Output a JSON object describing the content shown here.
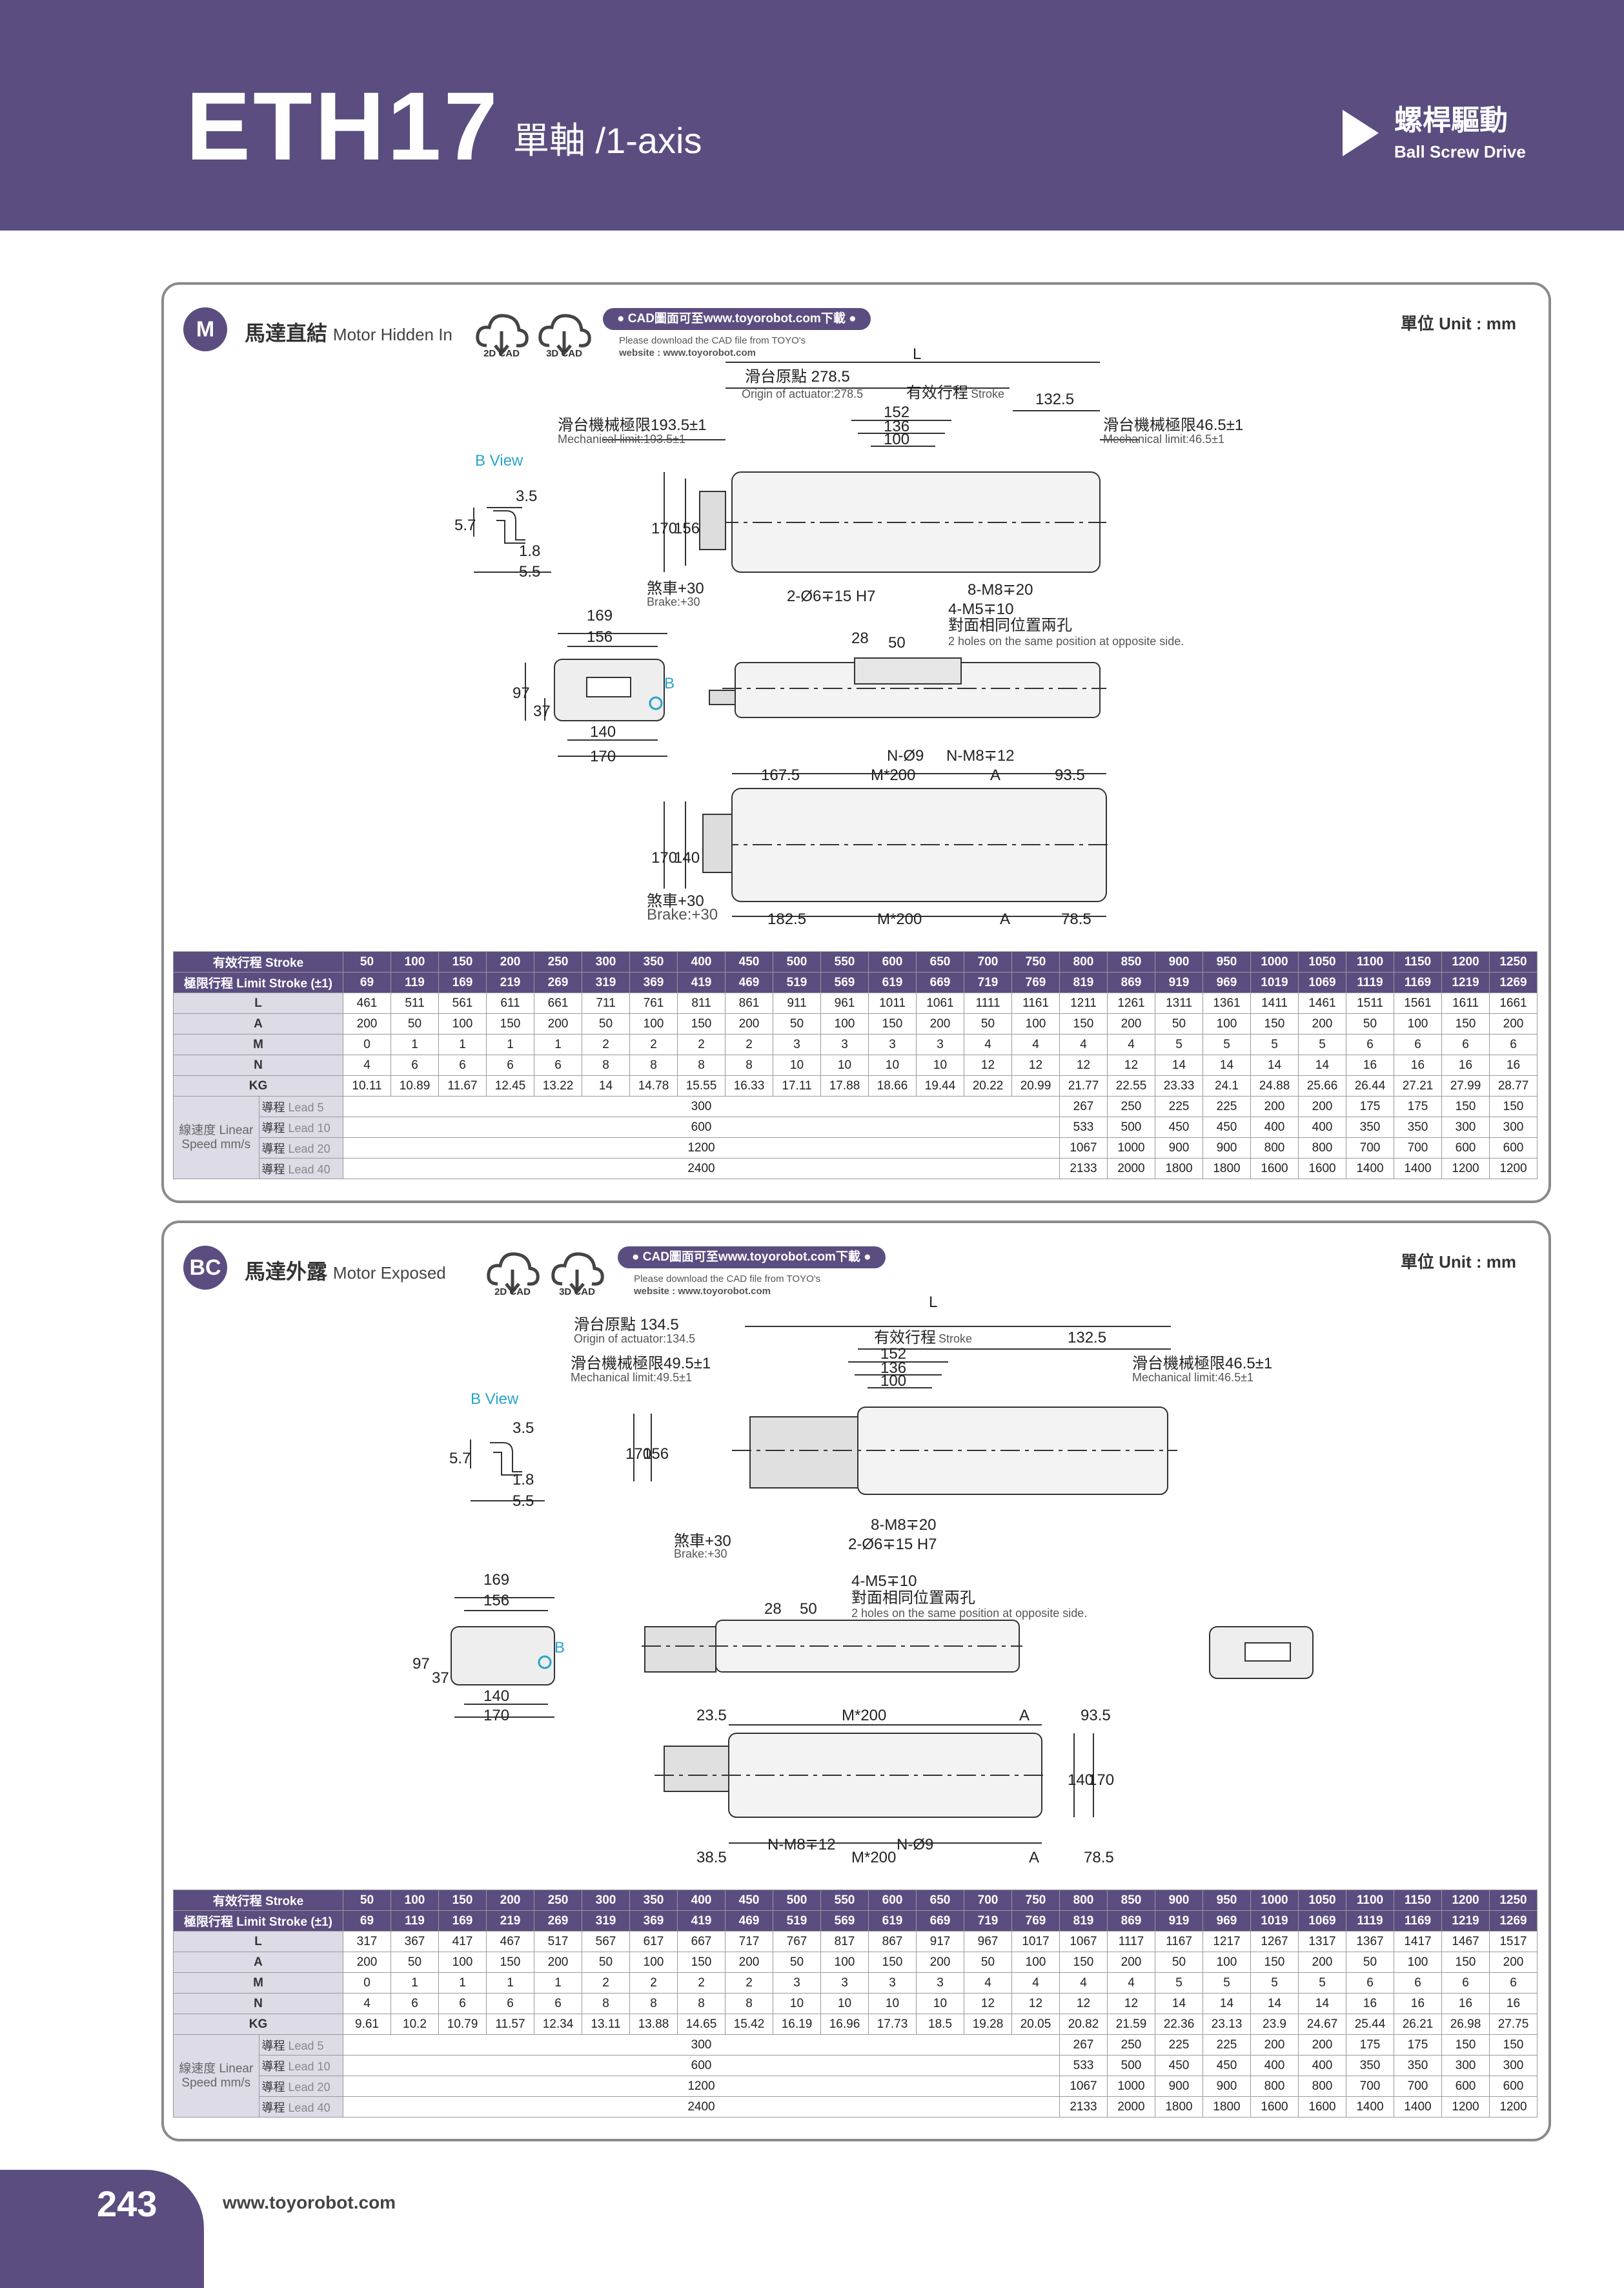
{
  "header": {
    "title": "ETH17",
    "subtitle": "單軸 /1-axis",
    "drive_zh": "螺桿驅動",
    "drive_en": "Ball Screw Drive"
  },
  "cad": {
    "label_2d": "2D CAD",
    "label_3d": "3D CAD",
    "pill": "● CAD圖面可至www.toyorobot.com下載 ●",
    "note_line1": "Please download the CAD file from TOYO's",
    "note_line2": "website : www.toyorobot.com"
  },
  "unit_label": "單位 Unit : mm",
  "panel_m": {
    "badge": "M",
    "title_zh": "馬達直結",
    "title_en": "Motor Hidden In",
    "drawing": {
      "L": "L",
      "origin": "滑台原點 278.5",
      "origin_en": "Origin of actuator:278.5",
      "stroke": "有效行程",
      "stroke_en": "Stroke",
      "d1325": "132.5",
      "mech_left": "滑台機械極限193.5±1",
      "mech_left_en": "Mechanical limit:193.5±1",
      "mech_right": "滑台機械極限46.5±1",
      "mech_right_en": "Mechanical limit:46.5±1",
      "d152": "152",
      "d136": "136",
      "d100": "100",
      "d170": "170",
      "d156": "156",
      "bview": "B View",
      "d35": "3.5",
      "d57": "5.7",
      "d18": "1.8",
      "d55": "5.5",
      "brake": "煞車+30",
      "brake_en": "Brake:+30",
      "holes2": "2-Ø6∓15 H7",
      "holes8": "8-M8∓20",
      "holes4": "4-M5∓10",
      "opp": "對面相同位置兩孔",
      "opp_en": "2 holes on the same position at opposite side.",
      "d28": "28",
      "d50": "50",
      "d169": "169",
      "d156b": "156",
      "d97": "97",
      "d37": "37",
      "d140": "140",
      "d170b": "170",
      "b": "B",
      "n9": "N-Ø9",
      "nm8": "N-M8∓12",
      "d1675": "167.5",
      "m200": "M*200",
      "a": "A",
      "d935": "93.5",
      "d1825": "182.5",
      "d785": "78.5",
      "d170c": "170",
      "d140c": "140"
    },
    "table": {
      "stroke_label": "有效行程 Stroke",
      "limit_label": "極限行程 Limit Stroke (±1)",
      "stroke": [
        "50",
        "100",
        "150",
        "200",
        "250",
        "300",
        "350",
        "400",
        "450",
        "500",
        "550",
        "600",
        "650",
        "700",
        "750",
        "800",
        "850",
        "900",
        "950",
        "1000",
        "1050",
        "1100",
        "1150",
        "1200",
        "1250"
      ],
      "limit": [
        "69",
        "119",
        "169",
        "219",
        "269",
        "319",
        "369",
        "419",
        "469",
        "519",
        "569",
        "619",
        "669",
        "719",
        "769",
        "819",
        "869",
        "919",
        "969",
        "1019",
        "1069",
        "1119",
        "1169",
        "1219",
        "1269"
      ],
      "rows": [
        {
          "label": "L",
          "values": [
            "461",
            "511",
            "561",
            "611",
            "661",
            "711",
            "761",
            "811",
            "861",
            "911",
            "961",
            "1011",
            "1061",
            "1111",
            "1161",
            "1211",
            "1261",
            "1311",
            "1361",
            "1411",
            "1461",
            "1511",
            "1561",
            "1611",
            "1661"
          ]
        },
        {
          "label": "A",
          "values": [
            "200",
            "50",
            "100",
            "150",
            "200",
            "50",
            "100",
            "150",
            "200",
            "50",
            "100",
            "150",
            "200",
            "50",
            "100",
            "150",
            "200",
            "50",
            "100",
            "150",
            "200",
            "50",
            "100",
            "150",
            "200"
          ]
        },
        {
          "label": "M",
          "values": [
            "0",
            "1",
            "1",
            "1",
            "1",
            "2",
            "2",
            "2",
            "2",
            "3",
            "3",
            "3",
            "3",
            "4",
            "4",
            "4",
            "4",
            "5",
            "5",
            "5",
            "5",
            "6",
            "6",
            "6",
            "6"
          ]
        },
        {
          "label": "N",
          "values": [
            "4",
            "6",
            "6",
            "6",
            "6",
            "8",
            "8",
            "8",
            "8",
            "10",
            "10",
            "10",
            "10",
            "12",
            "12",
            "12",
            "12",
            "14",
            "14",
            "14",
            "14",
            "16",
            "16",
            "16",
            "16"
          ]
        },
        {
          "label": "KG",
          "values": [
            "10.11",
            "10.89",
            "11.67",
            "12.45",
            "13.22",
            "14",
            "14.78",
            "15.55",
            "16.33",
            "17.11",
            "17.88",
            "18.66",
            "19.44",
            "20.22",
            "20.99",
            "21.77",
            "22.55",
            "23.33",
            "24.1",
            "24.88",
            "25.66",
            "26.44",
            "27.21",
            "27.99",
            "28.77"
          ]
        }
      ],
      "speed_group": "線速度 Linear Speed mm/s",
      "speed": [
        {
          "label": "導程",
          "lead": "Lead 5",
          "flat": "300",
          "values": [
            "267",
            "250",
            "225",
            "225",
            "200",
            "200",
            "175",
            "175",
            "150",
            "150"
          ]
        },
        {
          "label": "導程",
          "lead": "Lead 10",
          "flat": "600",
          "values": [
            "533",
            "500",
            "450",
            "450",
            "400",
            "400",
            "350",
            "350",
            "300",
            "300"
          ]
        },
        {
          "label": "導程",
          "lead": "Lead 20",
          "flat": "1200",
          "values": [
            "1067",
            "1000",
            "900",
            "900",
            "800",
            "800",
            "700",
            "700",
            "600",
            "600"
          ]
        },
        {
          "label": "導程",
          "lead": "Lead 40",
          "flat": "2400",
          "values": [
            "2133",
            "2000",
            "1800",
            "1800",
            "1600",
            "1600",
            "1400",
            "1400",
            "1200",
            "1200"
          ]
        }
      ]
    }
  },
  "panel_bc": {
    "badge": "BC",
    "title_zh": "馬達外露",
    "title_en": "Motor Exposed",
    "drawing": {
      "L": "L",
      "origin": "滑台原點 134.5",
      "origin_en": "Origin of actuator:134.5",
      "stroke": "有效行程",
      "stroke_en": "Stroke",
      "d1325": "132.5",
      "mech_left": "滑台機械極限49.5±1",
      "mech_left_en": "Mechanical limit:49.5±1",
      "mech_right": "滑台機械極限46.5±1",
      "mech_right_en": "Mechanical limit:46.5±1",
      "d152": "152",
      "d136": "136",
      "d100": "100",
      "d170": "170",
      "d156": "156",
      "bview": "B View",
      "d35": "3.5",
      "d57": "5.7",
      "d18": "1.8",
      "d55": "5.5",
      "brake": "煞車+30",
      "brake_en": "Brake:+30",
      "holes8": "8-M8∓20",
      "holes2": "2-Ø6∓15 H7",
      "holes4": "4-M5∓10",
      "opp": "對面相同位置兩孔",
      "opp_en": "2 holes on the same position at opposite side.",
      "d28": "28",
      "d50": "50",
      "d169": "169",
      "d156b": "156",
      "d97": "97",
      "d37": "37",
      "d140": "140",
      "d170b": "170",
      "b": "B",
      "d235": "23.5",
      "m200": "M*200",
      "a": "A",
      "d935": "93.5",
      "d385": "38.5",
      "nm8": "N-M8∓12",
      "n9": "N-Ø9",
      "d785": "78.5",
      "d140c": "140",
      "d170c": "170"
    },
    "table": {
      "stroke_label": "有效行程 Stroke",
      "limit_label": "極限行程 Limit Stroke (±1)",
      "stroke": [
        "50",
        "100",
        "150",
        "200",
        "250",
        "300",
        "350",
        "400",
        "450",
        "500",
        "550",
        "600",
        "650",
        "700",
        "750",
        "800",
        "850",
        "900",
        "950",
        "1000",
        "1050",
        "1100",
        "1150",
        "1200",
        "1250"
      ],
      "limit": [
        "69",
        "119",
        "169",
        "219",
        "269",
        "319",
        "369",
        "419",
        "469",
        "519",
        "569",
        "619",
        "669",
        "719",
        "769",
        "819",
        "869",
        "919",
        "969",
        "1019",
        "1069",
        "1119",
        "1169",
        "1219",
        "1269"
      ],
      "rows": [
        {
          "label": "L",
          "values": [
            "317",
            "367",
            "417",
            "467",
            "517",
            "567",
            "617",
            "667",
            "717",
            "767",
            "817",
            "867",
            "917",
            "967",
            "1017",
            "1067",
            "1117",
            "1167",
            "1217",
            "1267",
            "1317",
            "1367",
            "1417",
            "1467",
            "1517"
          ]
        },
        {
          "label": "A",
          "values": [
            "200",
            "50",
            "100",
            "150",
            "200",
            "50",
            "100",
            "150",
            "200",
            "50",
            "100",
            "150",
            "200",
            "50",
            "100",
            "150",
            "200",
            "50",
            "100",
            "150",
            "200",
            "50",
            "100",
            "150",
            "200"
          ]
        },
        {
          "label": "M",
          "values": [
            "0",
            "1",
            "1",
            "1",
            "1",
            "2",
            "2",
            "2",
            "2",
            "3",
            "3",
            "3",
            "3",
            "4",
            "4",
            "4",
            "4",
            "5",
            "5",
            "5",
            "5",
            "6",
            "6",
            "6",
            "6"
          ]
        },
        {
          "label": "N",
          "values": [
            "4",
            "6",
            "6",
            "6",
            "6",
            "8",
            "8",
            "8",
            "8",
            "10",
            "10",
            "10",
            "10",
            "12",
            "12",
            "12",
            "12",
            "14",
            "14",
            "14",
            "14",
            "16",
            "16",
            "16",
            "16"
          ]
        },
        {
          "label": "KG",
          "values": [
            "9.61",
            "10.2",
            "10.79",
            "11.57",
            "12.34",
            "13.11",
            "13.88",
            "14.65",
            "15.42",
            "16.19",
            "16.96",
            "17.73",
            "18.5",
            "19.28",
            "20.05",
            "20.82",
            "21.59",
            "22.36",
            "23.13",
            "23.9",
            "24.67",
            "25.44",
            "26.21",
            "26.98",
            "27.75"
          ]
        }
      ],
      "speed_group": "線速度 Linear Speed mm/s",
      "speed": [
        {
          "label": "導程",
          "lead": "Lead 5",
          "flat": "300",
          "values": [
            "267",
            "250",
            "225",
            "225",
            "200",
            "200",
            "175",
            "175",
            "150",
            "150"
          ]
        },
        {
          "label": "導程",
          "lead": "Lead 10",
          "flat": "600",
          "values": [
            "533",
            "500",
            "450",
            "450",
            "400",
            "400",
            "350",
            "350",
            "300",
            "300"
          ]
        },
        {
          "label": "導程",
          "lead": "Lead 20",
          "flat": "1200",
          "values": [
            "1067",
            "1000",
            "900",
            "900",
            "800",
            "800",
            "700",
            "700",
            "600",
            "600"
          ]
        },
        {
          "label": "導程",
          "lead": "Lead 40",
          "flat": "2400",
          "values": [
            "2133",
            "2000",
            "1800",
            "1800",
            "1600",
            "1600",
            "1400",
            "1400",
            "1200",
            "1200"
          ]
        }
      ]
    }
  },
  "footer": {
    "page": "243",
    "url": "www.toyorobot.com"
  }
}
